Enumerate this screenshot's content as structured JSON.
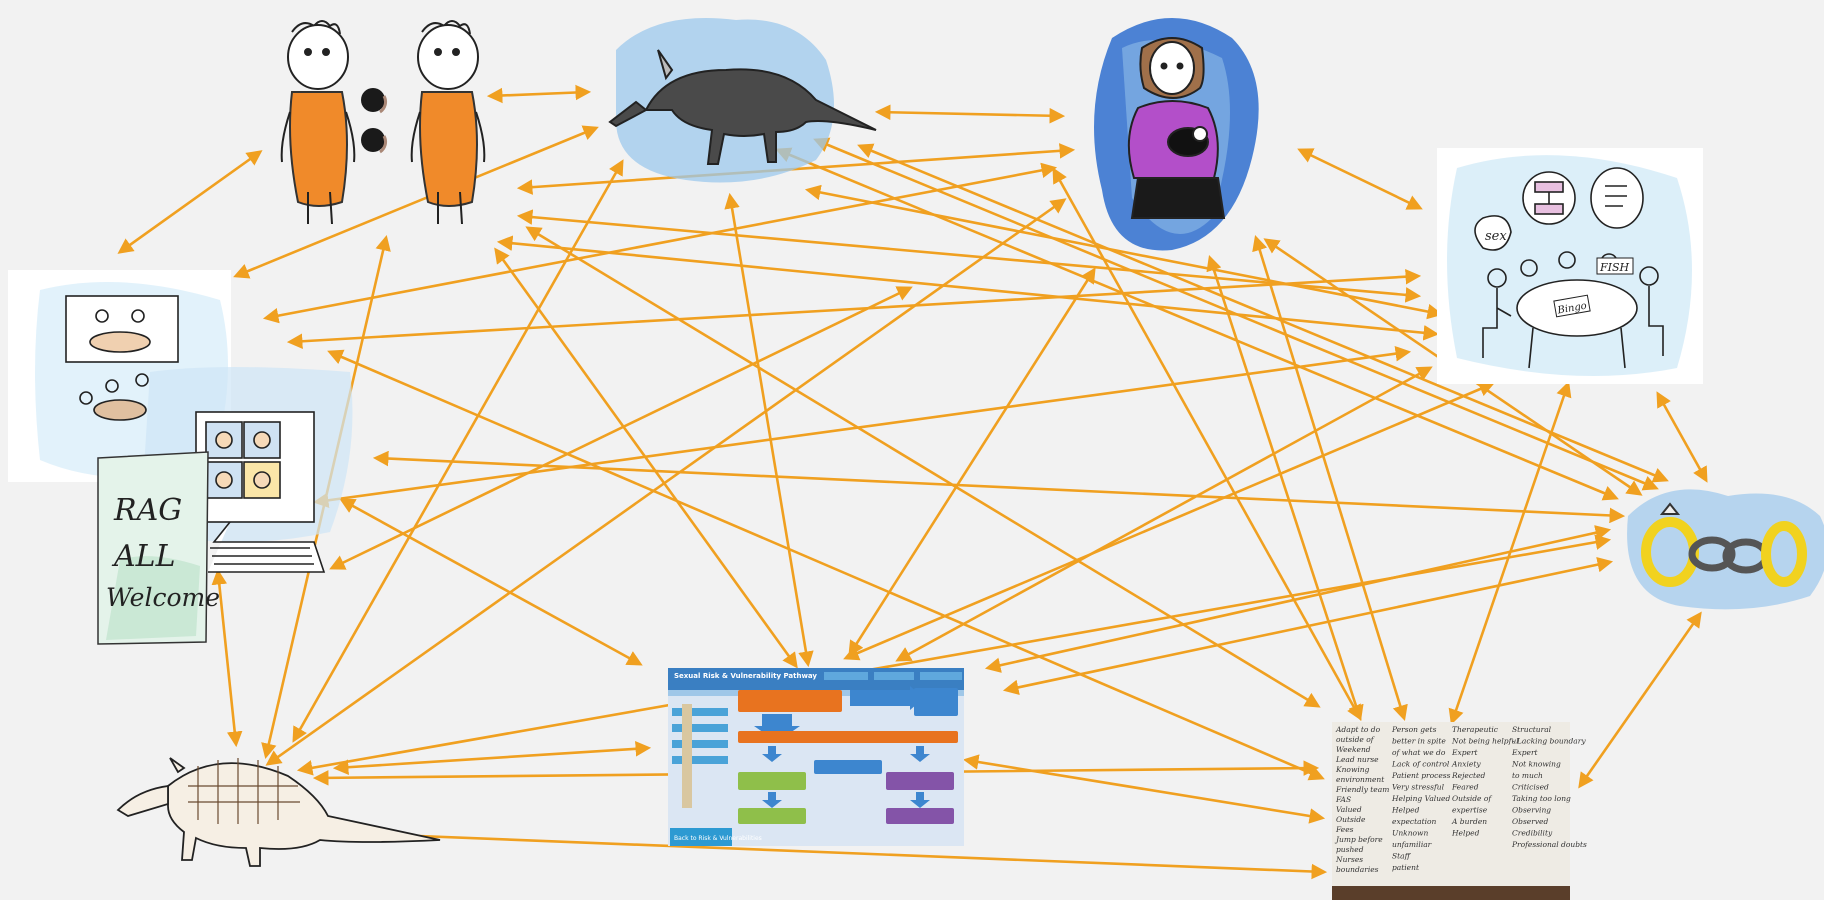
{
  "nodes": {
    "two_people": {
      "name": "two-people-conversation"
    },
    "aardvark": {
      "name": "aardvark-sketch"
    },
    "person_with_bird": {
      "name": "person-holding-bird"
    },
    "table_group": {
      "name": "group-discussion-table",
      "bubble_text_1": "sex",
      "bubble_text_2": "FISH",
      "table_card": "Bingo"
    },
    "meeting_collage": {
      "name": "meeting-collage",
      "rag_sign_lines": [
        "RAG",
        "ALL",
        "Welcome"
      ]
    },
    "armadillo": {
      "name": "armadillo-sketch"
    },
    "pathway_slide": {
      "name": "pathway-slide",
      "title": "Sexual Risk & Vulnerability Pathway",
      "footer_button": "Back to Risk & Vulnerabilities"
    },
    "handwritten_notes": {
      "name": "handwritten-notes",
      "col1": [
        "Adapt to do",
        "outside of",
        "Weekend",
        "Lead nurse",
        "Knowing",
        "environment",
        "Friendly team",
        "FAS",
        "Valued",
        "Outside",
        "Fees",
        "Jump before",
        "pushed",
        "Nurses",
        "boundaries"
      ],
      "col2": [
        "Person gets",
        "better in spite",
        "of what we do",
        "Lack of control",
        "Patient process",
        "Very stressful",
        "Helping Valued",
        "Helped",
        "expectation",
        "Unknown",
        "unfamiliar",
        "Staff",
        "patient"
      ],
      "col3": [
        "Therapeutic",
        "Not being helpful",
        "Expert",
        "Anxiety",
        "Rejected",
        "Feared",
        "Outside of",
        "expertise",
        "A burden",
        "Helped"
      ],
      "col4": [
        "Structural",
        "- Lacking boundary",
        "Expert",
        "Not knowing",
        "to much",
        "Criticised",
        "Taking too long",
        "Observing",
        "Observed",
        "Credibility",
        "Professional doubts"
      ]
    },
    "chain_rings": {
      "name": "chain-rings"
    }
  },
  "colors": {
    "arrow": "#f0a020",
    "background": "#f2f2f2",
    "orange_fill": "#f08a2a",
    "blue_wash": "#9cc8ec",
    "deep_blue": "#2f6fcf",
    "purple": "#b34fc9",
    "gold": "#f1d21f"
  }
}
